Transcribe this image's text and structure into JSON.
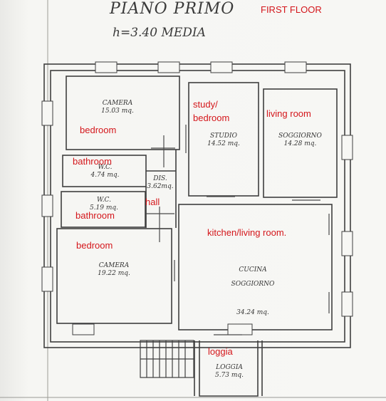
{
  "header": {
    "title": "PIANO PRIMO",
    "height": "h=3.40 MEDIA",
    "english": "FIRST FLOOR"
  },
  "rooms": [
    {
      "id": "camera1",
      "name": "CAMERA",
      "area": "15.03 mq.",
      "english": "bedroom"
    },
    {
      "id": "studio",
      "name": "STUDIO",
      "area": "14.52 mq.",
      "english": "study/\nbedroom"
    },
    {
      "id": "soggiorno",
      "name": "SOGGIORNO",
      "area": "14.28 mq.",
      "english": "living room"
    },
    {
      "id": "wc1",
      "name": "W.C.",
      "area": "4.74 mq.",
      "english": "bathroom"
    },
    {
      "id": "dis",
      "name": "DIS.",
      "area": "3.62mq.",
      "english": "hall"
    },
    {
      "id": "wc2",
      "name": "W.C.",
      "area": "5.19 mq.",
      "english": "bathroom"
    },
    {
      "id": "camera2",
      "name": "CAMERA",
      "area": "19.22 mq.",
      "english": "bedroom"
    },
    {
      "id": "cucina",
      "name": "CUCINA\nSOGGIORNO",
      "area": "34.24 mq.",
      "english": "kitchen/living room."
    },
    {
      "id": "loggia",
      "name": "LOGGIA",
      "area": "5.73 mq.",
      "english": "loggia"
    }
  ],
  "colors": {
    "ink": "#3a3a3a",
    "annotation": "#d4161b"
  }
}
